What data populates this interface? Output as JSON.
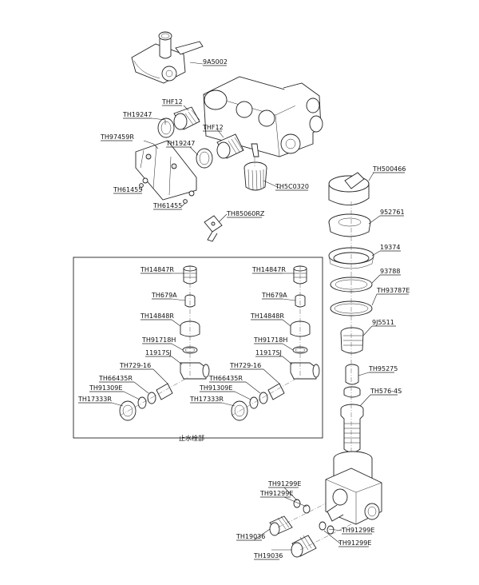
{
  "parts": {
    "9A5002": "9A5002",
    "THF12_a": "THF12",
    "TH19247_a": "TH19247",
    "TH97459R": "TH97459R",
    "TH19247_b": "TH19247",
    "THF12_b": "THF12",
    "TH5C0320": "TH5C0320",
    "TH61455_a": "TH61455",
    "TH61455_b": "TH61455",
    "TH85060RZ": "TH85060RZ",
    "TH500466": "TH500466",
    "952761": "952761",
    "19374": "19374",
    "93788": "93788",
    "TH93787E": "TH93787E",
    "9J5511": "9J5511",
    "TH95275": "TH95275",
    "TH576-4S": "TH576-4S",
    "TH91299E_a": "TH91299E",
    "TH91299E_b": "TH91299E",
    "TH19036_a": "TH19036",
    "TH19036_b": "TH19036",
    "TH91299E_c": "TH91299E",
    "TH91299E_d": "TH91299E"
  },
  "box_left": {
    "TH14847R": "TH14847R",
    "TH679A": "TH679A",
    "TH14848R": "TH14848R",
    "TH91718H": "TH91718H",
    "11917SJ": "11917SJ",
    "TH729-16": "TH729-16",
    "TH66435R": "TH66435R",
    "TH91309E": "TH91309E",
    "TH17333R": "TH17333R"
  },
  "box_right": {
    "TH14847R": "TH14847R",
    "TH679A": "TH679A",
    "TH14848R": "TH14848R",
    "TH91718H": "TH91718H",
    "11917SJ": "11917SJ",
    "TH729-16": "TH729-16",
    "TH66435R": "TH66435R",
    "TH91309E": "TH91309E",
    "TH17333R": "TH17333R"
  },
  "box_caption": "止水栓部"
}
